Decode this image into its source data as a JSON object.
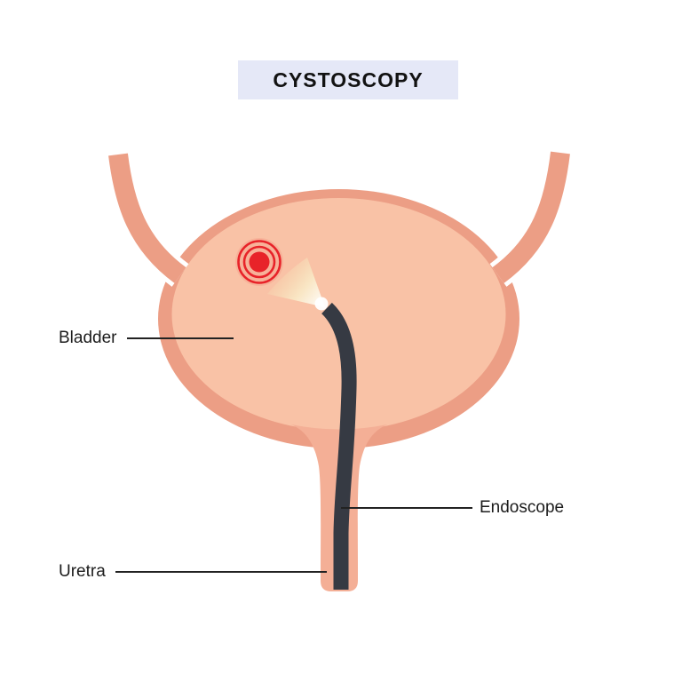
{
  "title": {
    "text": "CYSTOSCOPY"
  },
  "labels": {
    "bladder": "Bladder",
    "endoscope": "Endoscope",
    "urethra": "Uretra"
  },
  "icons": {
    "lesion": "lesion-target-icon",
    "light": "light-beam-icon"
  },
  "colors": {
    "background": "#ffffff",
    "bladder_wall": "#EC9E85",
    "bladder_interior": "#F9C2A6",
    "ureter": "#EC9E85",
    "urethra": "#F4AF96",
    "endoscope": "#363A43",
    "lesion_red": "#E82329",
    "light_beam": "#F8E9C6",
    "title_bg": "#E5E8F7",
    "label_text": "#1C1C1C",
    "pointer_line": "#222222"
  }
}
